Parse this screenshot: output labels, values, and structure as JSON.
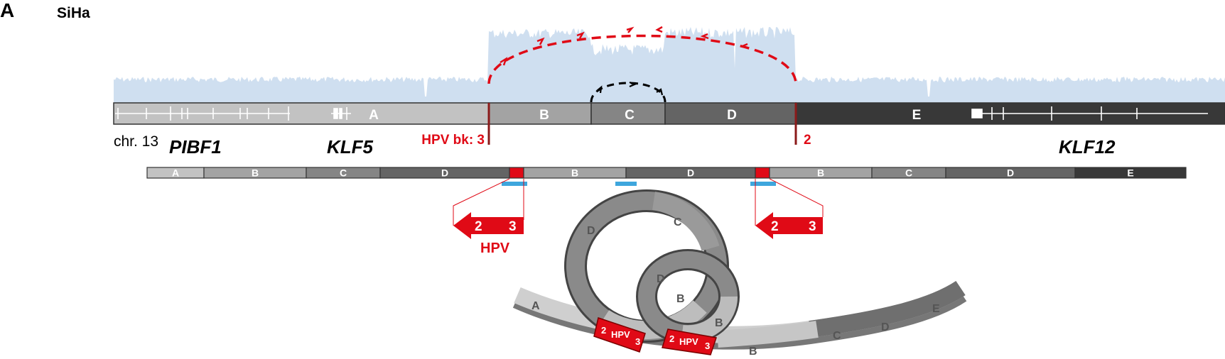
{
  "panel_letter": "A",
  "cell_line": "SiHa",
  "chromosome_label": "chr. 13",
  "genes": [
    "PIBF1",
    "KLF5",
    "KLF12"
  ],
  "hpv_breakpoint_left": "HPV bk: 3",
  "hpv_breakpoint_right": "2",
  "hpv_label": "HPV",
  "colors": {
    "coverage": "#cfdff0",
    "hpv_red": "#e00a16",
    "seg_A": "#c2c2c2",
    "seg_B": "#a3a3a3",
    "seg_C": "#858585",
    "seg_D": "#646464",
    "seg_E": "#383838",
    "probe_blue": "#3ea6dd"
  },
  "reference_segments": [
    {
      "label": "A"
    },
    {
      "label": "B"
    },
    {
      "label": "C"
    },
    {
      "label": "D"
    },
    {
      "label": "E"
    }
  ],
  "rearranged_segments": [
    {
      "label": "A"
    },
    {
      "label": "B"
    },
    {
      "label": "C"
    },
    {
      "label": "D"
    },
    {
      "label": ""
    },
    {
      "label": "B"
    },
    {
      "label": "D"
    },
    {
      "label": ""
    },
    {
      "label": "B"
    },
    {
      "label": "C"
    },
    {
      "label": "D"
    },
    {
      "label": "E"
    }
  ],
  "hpv_arrow_left": {
    "n1": "2",
    "n2": "3"
  },
  "hpv_arrow_right": {
    "n1": "2",
    "n2": "3"
  },
  "model_labels": {
    "strand_A": "A",
    "strand_B": "B",
    "strand_C": "C",
    "strand_D": "D",
    "strand_E": "E",
    "big_loop_D": "D",
    "big_loop_C": "C",
    "small_loop_D": "D",
    "small_loop_B1": "B",
    "small_loop_B2": "B",
    "hpv1": {
      "n1": "2",
      "n2": "HPV",
      "n3": "3"
    },
    "hpv2": {
      "n1": "2",
      "n2": "HPV",
      "n3": "3"
    }
  }
}
